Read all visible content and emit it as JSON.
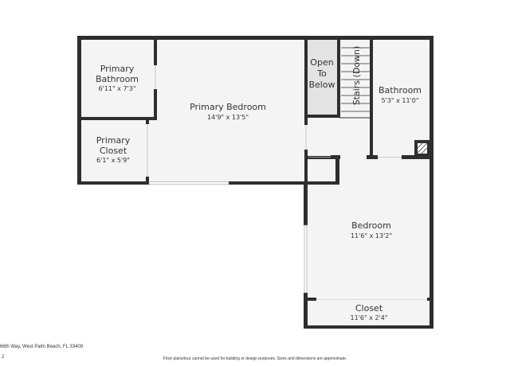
{
  "rooms": {
    "primary_bathroom": {
      "name_lines": [
        "Primary",
        "Bathroom"
      ],
      "dims": "6'11\" x 7'3\""
    },
    "primary_bedroom": {
      "name_lines": [
        "Primary Bedroom"
      ],
      "dims": "14'9\" x 13'5\""
    },
    "primary_closet": {
      "name_lines": [
        "Primary",
        "Closet"
      ],
      "dims": "6'1\" x 5'9\""
    },
    "open_to_below": {
      "name_lines": [
        "Open",
        "To",
        "Below"
      ]
    },
    "stairs": {
      "name": "Stairs (Down)"
    },
    "bathroom": {
      "name_lines": [
        "Bathroom"
      ],
      "dims": "5'3\" x 11'0\""
    },
    "bedroom": {
      "name_lines": [
        "Bedroom"
      ],
      "dims": "11'6\" x 13'2\""
    },
    "closet": {
      "name_lines": [
        "Closet"
      ],
      "dims": "11'6\" x 2'4\""
    }
  },
  "colors": {
    "wall": "#2e2e2e",
    "floor": "#f4f4f4",
    "void": "#e3e3e3",
    "window": "#ffffff"
  },
  "footer": {
    "address": "66th Way, West Palm Beach, FL 33409",
    "page": "2",
    "disclaimer": "Floor plans/tour cannot be used for building or design purposes. Sizes and dimensions are approximate."
  }
}
